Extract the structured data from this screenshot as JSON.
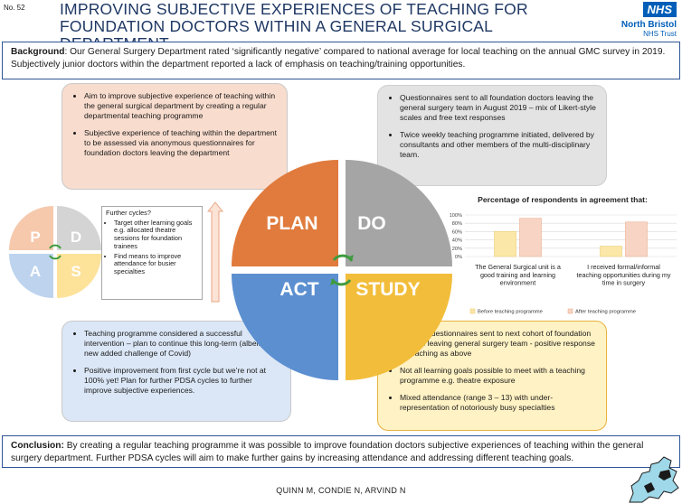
{
  "poster_number": "No. 52",
  "title": "IMPROVING SUBJECTIVE EXPERIENCES OF TEACHING FOR FOUNDATION DOCTORS WITHIN A GENERAL SURGICAL DEPARTMENT",
  "logo": {
    "badge": "NHS",
    "org": "North Bristol",
    "trust": "NHS Trust"
  },
  "background": {
    "label": "Background",
    "text": ": Our General Surgery Department rated ‘significantly negative’ compared to national average for local teaching on the annual GMC survey in 2019. Subjectively junior doctors within the department reported a lack of emphasis on teaching/training opportunities."
  },
  "plan_points": [
    "Aim to improve subjective experience of teaching within the general surgical department by creating a regular departmental teaching programme",
    "Subjective experience of teaching within the department to be assessed via anonymous questionnaires for foundation doctors leaving the department"
  ],
  "do_points": [
    "Questionnaires sent to all foundation doctors leaving the general surgery team in August 2019 – mix of Likert-style scales and free text responses",
    "Twice weekly teaching programme initiated, delivered by consultants and other members of the multi-disciplinary team."
  ],
  "act_points": [
    "Teaching programme considered a successful intervention – plan to continue this long-term (albeit with new added challenge of Covid)",
    "Positive improvement from first cycle but we’re not at 100% yet! Plan for further PDSA cycles to further improve subjective experiences."
  ],
  "study_points": [
    "Further questionnaires sent to next cohort of foundation doctors leaving general surgery team - positive response to teaching as above",
    "Not all learning goals possible to meet with a teaching programme e.g. theatre exposure",
    "Mixed attendance (range 3 – 13) with under-representation of notoriously busy specialties"
  ],
  "cycle": {
    "plan": "PLAN",
    "do": "DO",
    "act": "ACT",
    "study": "STUDY"
  },
  "mini_cycle": {
    "p": "P",
    "d": "D",
    "a": "A",
    "s": "S"
  },
  "further_cycles": {
    "heading": "Further cycles?",
    "points": [
      "Target other learning goals e.g. allocated theatre sessions for foundation trainees",
      "Find means to improve attendance for busier specialties"
    ]
  },
  "colors": {
    "plan": "#e07b3d",
    "do": "#a5a5a5",
    "act": "#5b8fd0",
    "study": "#f2bd3a",
    "plan_light": "#f6c9ad",
    "do_light": "#d4d4d4",
    "act_light": "#bdd3ee",
    "study_light": "#fde29a",
    "before_bar": "#fbe7a8",
    "after_bar": "#f7d4c4",
    "arrow_green": "#3f9b3f",
    "frame_blue": "#2f5597"
  },
  "chart_data": {
    "type": "bar",
    "title": "Percentage of respondents in agreement that:",
    "categories": [
      "The General Surgical unit is a good training and learning environment",
      "I received formal/informal teaching opportunities during my time in surgery"
    ],
    "series": [
      {
        "name": "Before teaching programme",
        "values": [
          60,
          25
        ]
      },
      {
        "name": "After teaching programme",
        "values": [
          92,
          83
        ]
      }
    ],
    "yticks": [
      "0%",
      "20%",
      "40%",
      "60%",
      "80%",
      "100%"
    ],
    "ylim": [
      0,
      100
    ],
    "grid": true,
    "legend": "bottom"
  },
  "conclusion": {
    "label": "Conclusion:",
    "text": " By creating a regular teaching programme it was possible to improve foundation doctors subjective experiences of teaching within the general surgery department. Further PDSA cycles will aim to make further gains by increasing attendance and addressing different teaching goals."
  },
  "authors": "QUINN M, CONDIE N, ARVIND N"
}
